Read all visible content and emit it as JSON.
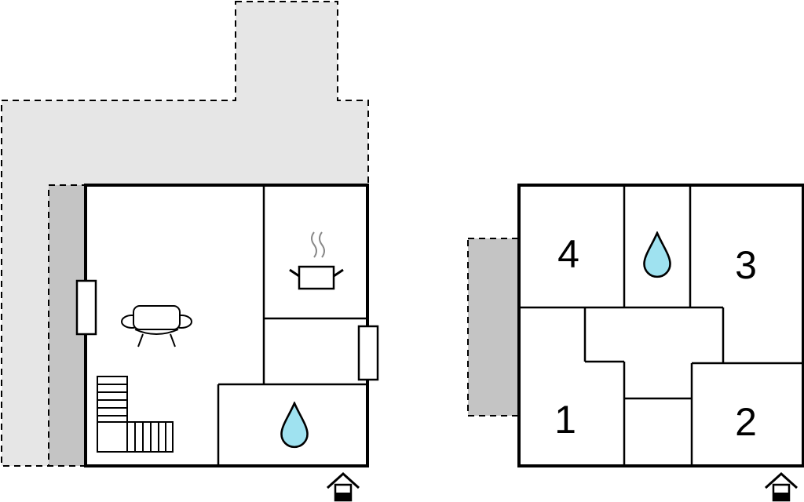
{
  "floor_plan": {
    "rooms": [
      {
        "id": "bedroom-4",
        "label": "4"
      },
      {
        "id": "bedroom-3",
        "label": "3"
      },
      {
        "id": "bedroom-1",
        "label": "1"
      },
      {
        "id": "bedroom-2",
        "label": "2"
      }
    ],
    "icons": {
      "sofa": "sofa-icon",
      "cooking_pot": "cooking-pot-icon",
      "water_drop": "water-drop-icon",
      "entrance": "entrance-house-icon",
      "stairs": "stairs-icon"
    },
    "colors": {
      "terrace": "#e6e6e6",
      "covered_area": "#c4c4c4",
      "water": "#9fe2f0",
      "walls": "#000000"
    }
  }
}
